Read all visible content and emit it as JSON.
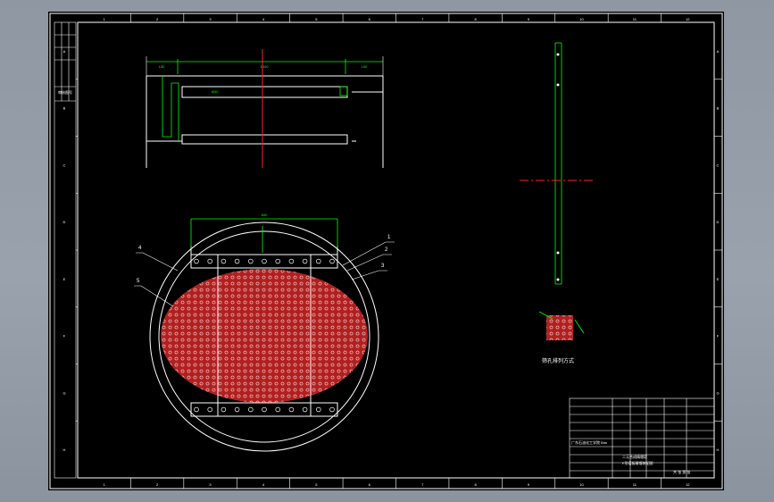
{
  "drawing": {
    "col_labels": [
      "1",
      "2",
      "3",
      "4",
      "5",
      "6",
      "7",
      "8",
      "9",
      "10",
      "11",
      "12"
    ],
    "row_labels": [
      "A",
      "B",
      "C",
      "D",
      "E",
      "F",
      "G",
      "H"
    ],
    "revision_stamp": "审核图号",
    "title_block": {
      "company": "广东石油化工学院 Brin",
      "drawing_title": "二元合成精馏塔",
      "drawing_subtitle": "F形塔板精馏装配图",
      "sheet": "共 张 第 张"
    }
  },
  "views": {
    "section_dims": [
      "150",
      "1540",
      "150"
    ],
    "plate_dim": "600",
    "leaders": [
      "1",
      "2",
      "3",
      "4",
      "5"
    ],
    "detail_caption": "筛孔排列方式"
  },
  "colors": {
    "background": "#000000",
    "lines": "#ffffff",
    "dimension": "#00ff00",
    "centerline": "#ff2020",
    "holes": "#cc2020"
  }
}
